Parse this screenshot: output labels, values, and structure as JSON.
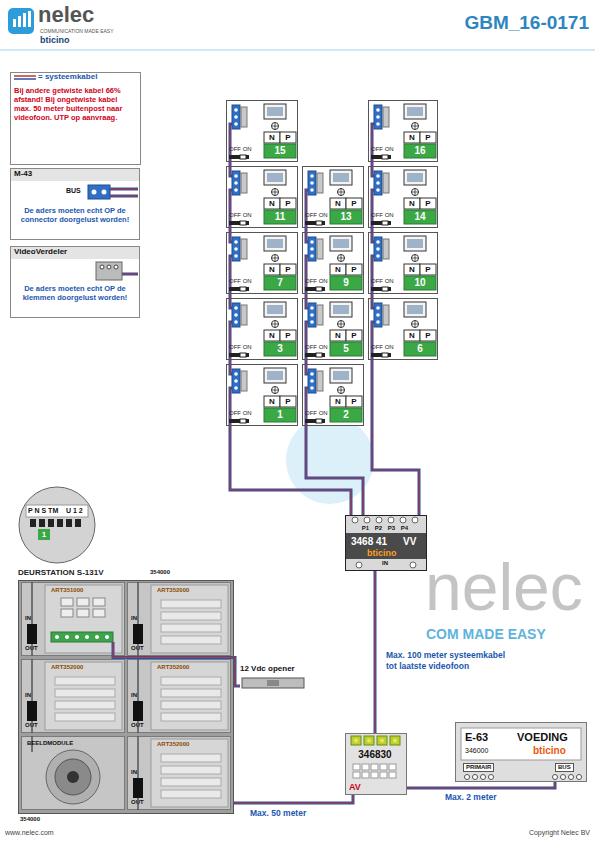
{
  "diagram": {
    "title": "GBM_16-0171",
    "nodes": [
      {
        "text": [
          "M-43",
          "BUS",
          "De aders moeten echt OP de connector doorgelust worden!"
        ]
      },
      {
        "text": [
          "VideoVerdeler",
          "De aders moeten echt OP de klemmen doorgelust worden!"
        ]
      },
      {
        "text": [
          "N",
          "P",
          "15",
          "OFF ON"
        ]
      },
      {
        "text": [
          "N",
          "P",
          "16",
          "OFF ON"
        ]
      },
      {
        "text": [
          "N",
          "P",
          "11",
          "OFF ON"
        ]
      },
      {
        "text": [
          "N",
          "P",
          "13",
          "OFF ON"
        ]
      },
      {
        "text": [
          "N",
          "P",
          "14",
          "OFF ON"
        ]
      },
      {
        "text": [
          "N",
          "P",
          "7",
          "OFF ON"
        ]
      },
      {
        "text": [
          "N",
          "P",
          "9",
          "OFF ON"
        ]
      },
      {
        "text": [
          "N",
          "P",
          "10",
          "OFF ON"
        ]
      },
      {
        "text": [
          "N",
          "P",
          "3",
          "OFF ON"
        ]
      },
      {
        "text": [
          "N",
          "P",
          "5",
          "OFF ON"
        ]
      },
      {
        "text": [
          "N",
          "P",
          "6",
          "OFF ON"
        ]
      },
      {
        "text": [
          "N",
          "P",
          "1",
          "OFF ON"
        ]
      },
      {
        "text": [
          "N",
          "P",
          "2",
          "OFF ON"
        ]
      },
      {
        "text": [
          "P1 P2 P3 P4",
          "3468 41",
          "VV",
          "bticino",
          "IN"
        ]
      },
      {
        "text": [
          "P N S TM",
          "U 1 2",
          "1"
        ]
      },
      {
        "text": [
          "DEURSTATION S-131V"
        ]
      },
      {
        "text": [
          "ART351000",
          "IN",
          "OUT"
        ],
        "in": 17
      },
      {
        "text": [
          "ART352000",
          "IN",
          "OUT"
        ],
        "in": 17
      },
      {
        "text": [
          "ART352000",
          "IN",
          "OUT"
        ],
        "in": 17
      },
      {
        "text": [
          "ART352000",
          "IN",
          "OUT"
        ],
        "in": 17
      },
      {
        "text": [
          "BEELDMODULE"
        ],
        "in": 17
      },
      {
        "text": [
          "ART352000",
          "IN",
          "OUT"
        ],
        "in": 17
      },
      {
        "text": [
          "12 Vdc opener"
        ]
      },
      {
        "text": [
          "346830",
          "AV"
        ]
      },
      {
        "text": [
          "E-63",
          "VOEDING",
          "346000",
          "bticino",
          "PRIMAIR",
          "BUS"
        ]
      }
    ],
    "edges": [
      {
        "from": 13,
        "to": 10,
        "arrow": "none"
      },
      {
        "from": 10,
        "to": 7,
        "arrow": "none"
      },
      {
        "from": 7,
        "to": 4,
        "arrow": "none"
      },
      {
        "from": 4,
        "to": 2,
        "arrow": "none"
      },
      {
        "from": 14,
        "to": 11,
        "arrow": "none"
      },
      {
        "from": 11,
        "to": 8,
        "arrow": "none"
      },
      {
        "from": 8,
        "to": 5,
        "arrow": "none"
      },
      {
        "from": 12,
        "to": 9,
        "arrow": "none"
      },
      {
        "from": 9,
        "to": 6,
        "arrow": "none"
      },
      {
        "from": 6,
        "to": 3,
        "arrow": "none"
      },
      {
        "from": 15,
        "to": 13,
        "arrow": "none"
      },
      {
        "from": 15,
        "to": 14,
        "arrow": "none"
      },
      {
        "from": 15,
        "to": 12,
        "arrow": "none"
      },
      {
        "from": 25,
        "to": 15,
        "label": "Max. 100 meter systeemkabel tot laatste videofoon",
        "arrow": "none"
      },
      {
        "from": 17,
        "to": 25,
        "label": "Max. 50 meter",
        "arrow": "none"
      },
      {
        "from": 25,
        "to": 26,
        "label": "Max. 2 meter",
        "arrow": "none"
      },
      {
        "from": 18,
        "to": 24,
        "arrow": "none"
      }
    ],
    "labels": [
      "nelec",
      "COMMUNICATION MADE EASY",
      "bticino",
      "Bij andere getwiste kabel 66% afstand! Bij ongetwiste kabel max. 50 meter buitenpost naar videofoon. UTP op aanvraag.",
      "354000",
      "354000",
      "nelec",
      "COM MADE EASY",
      "www.nelec.com",
      "Copyright Nelec BV"
    ],
    "legend": [
      {
        "text": "= systeemkabel"
      }
    ]
  }
}
